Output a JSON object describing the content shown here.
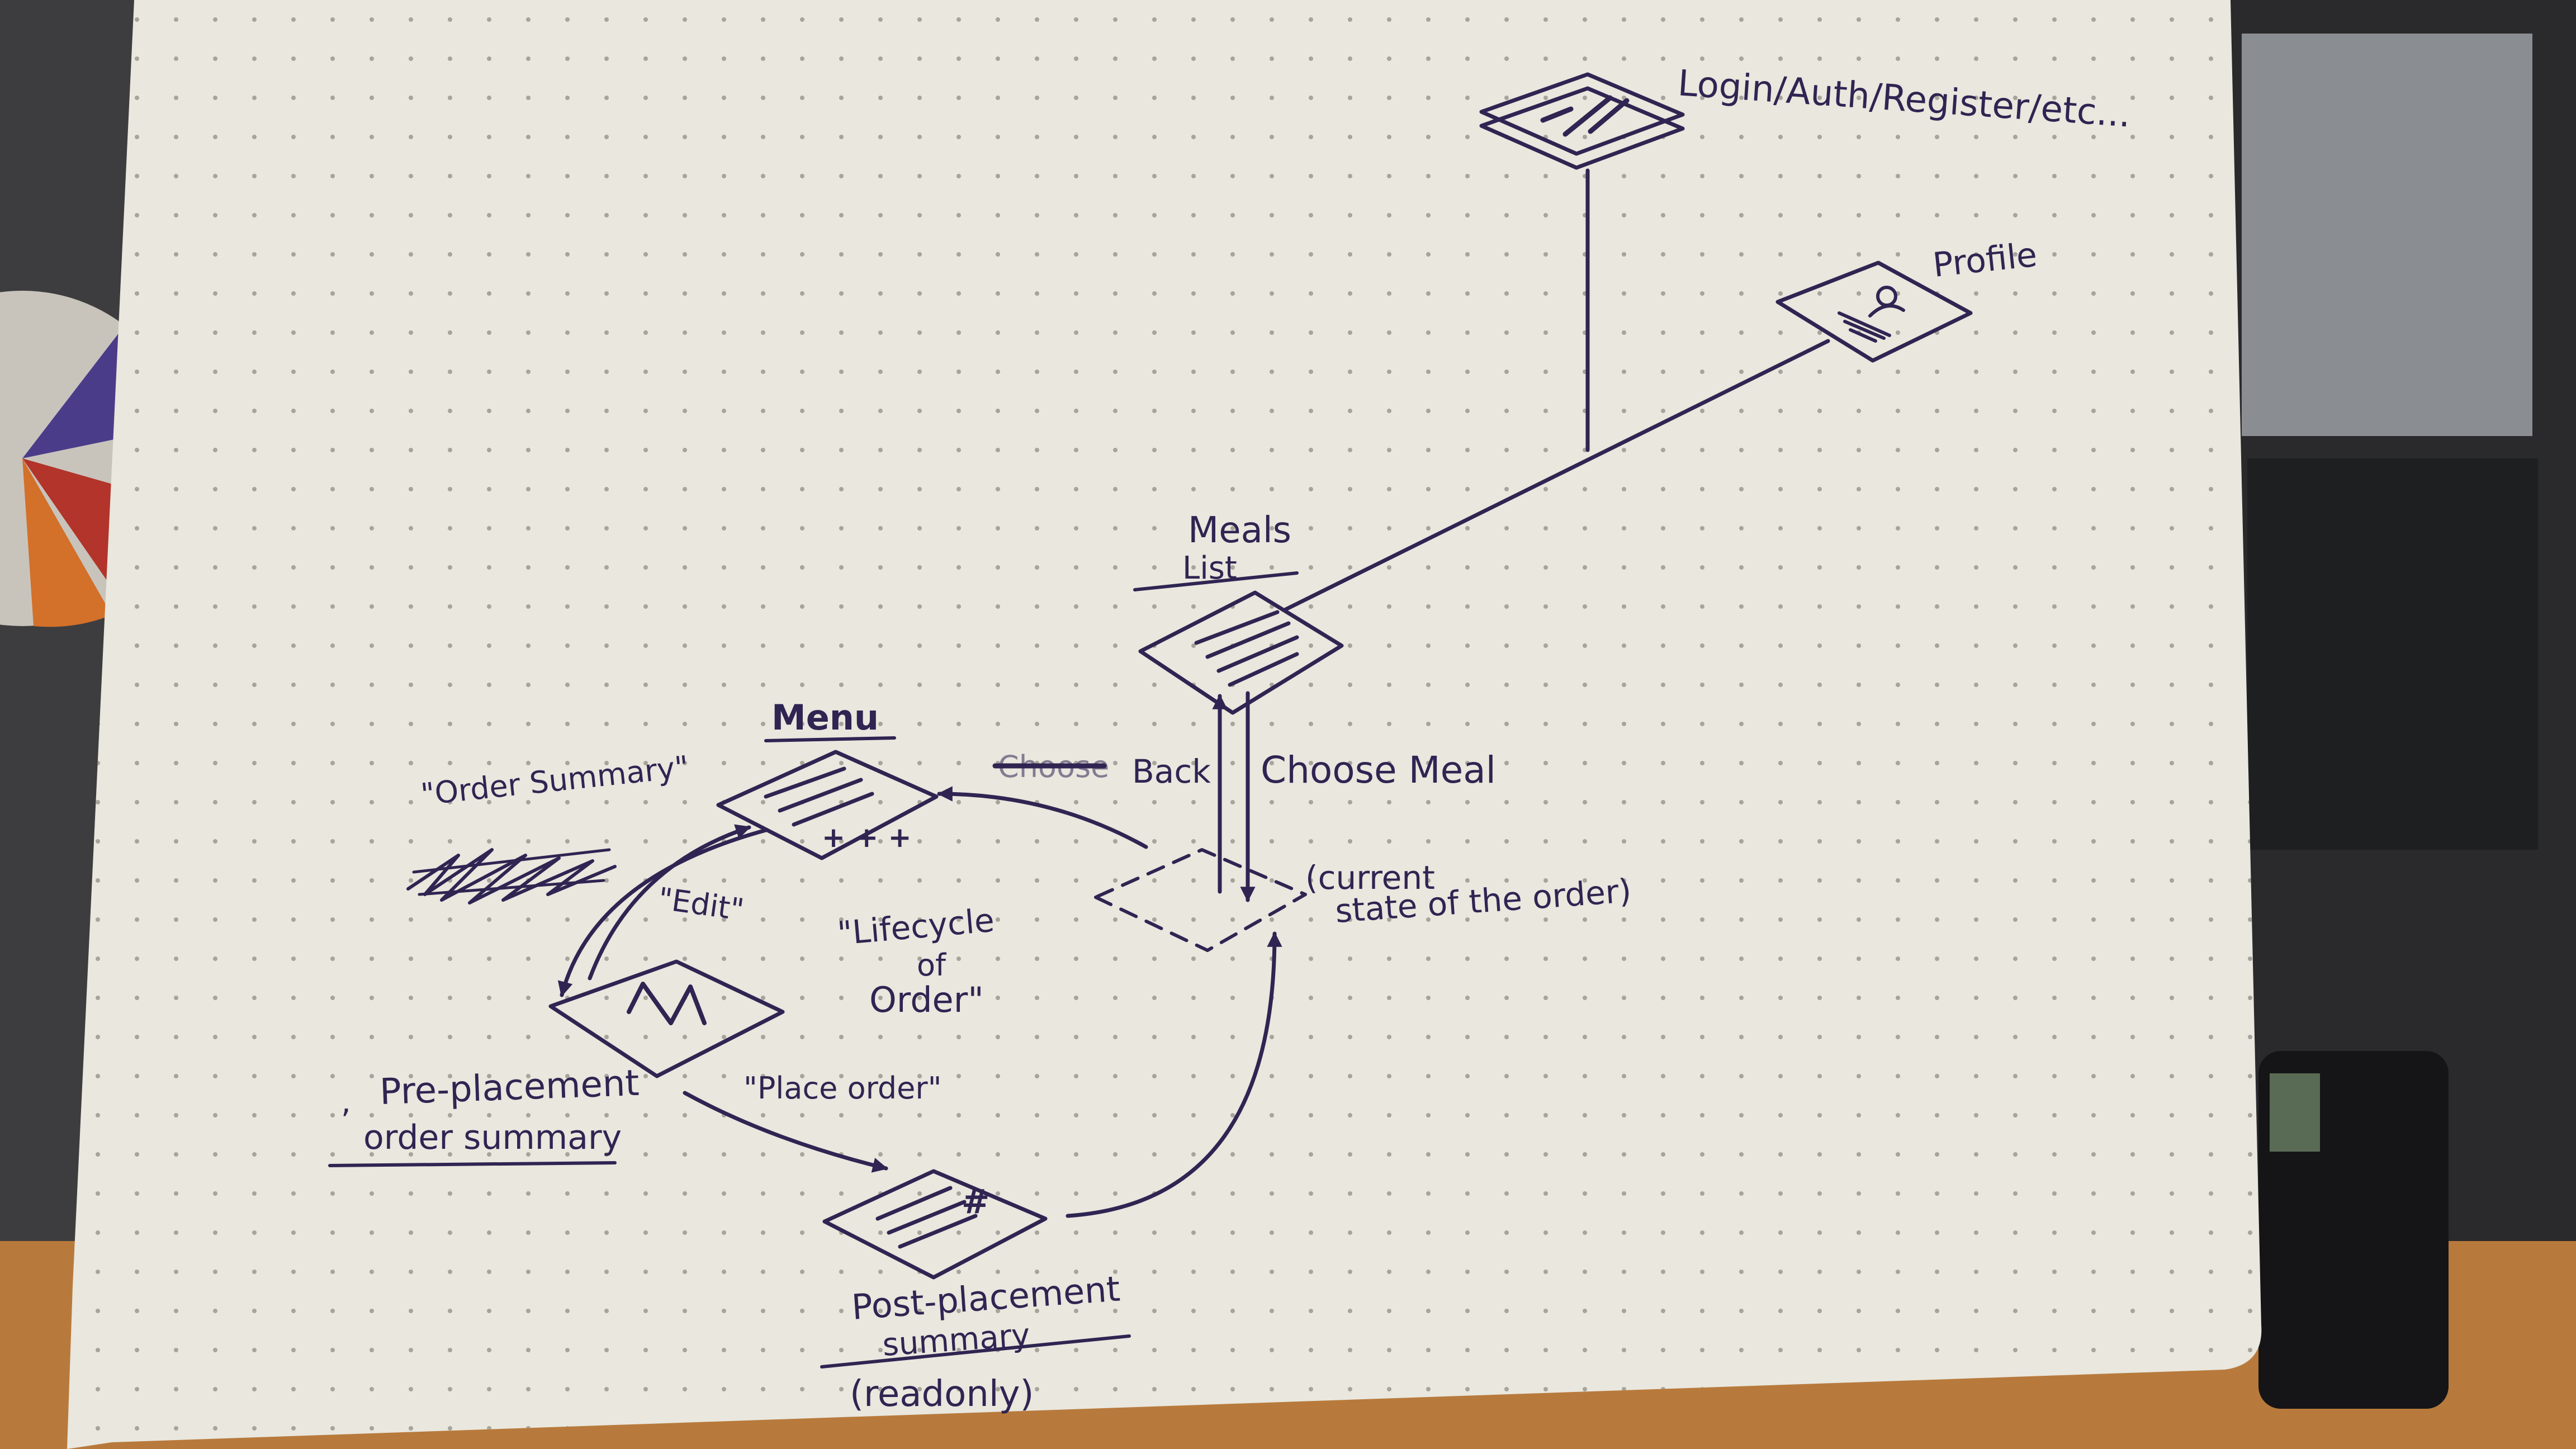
{
  "colors": {
    "ink": "#2e2552",
    "paper": "#e9e7de",
    "desk": "#b87a3c",
    "background": "#3d3d3f"
  },
  "nodes": {
    "login": {
      "label": "Login/Auth/Register/etc...",
      "icon": "stacked-form-icon"
    },
    "profile": {
      "label": "Profile",
      "icon": "profile-card-icon"
    },
    "meals_list": {
      "label_line1": "Meals",
      "label_line2": "List",
      "icon": "list-page-icon"
    },
    "menu": {
      "label": "Menu",
      "icon": "menu-list-icon"
    },
    "current_state": {
      "label_line1": "(current",
      "label_line2": "state of the order)"
    },
    "pre_placement": {
      "label_line1": "Pre-placement",
      "label_line2": "order summary",
      "icon": "envelope-icon",
      "prefix": ","
    },
    "post_placement": {
      "label_line1": "Post-placement",
      "label_line2": "summary",
      "label_line3": "(readonly)",
      "icon": "receipt-list-icon"
    }
  },
  "edges": {
    "back": {
      "struck_label": "Choose",
      "label": "Back"
    },
    "choose_meal": {
      "label": "Choose Meal"
    },
    "edit": {
      "label": "\"Edit\""
    },
    "place_order": {
      "label": "\"Place order\""
    }
  },
  "annotations": {
    "order_summary": "\"Order Summary\"",
    "lifecycle_line1": "\"Lifecycle",
    "lifecycle_line2": "of",
    "lifecycle_line3": "Order\""
  }
}
